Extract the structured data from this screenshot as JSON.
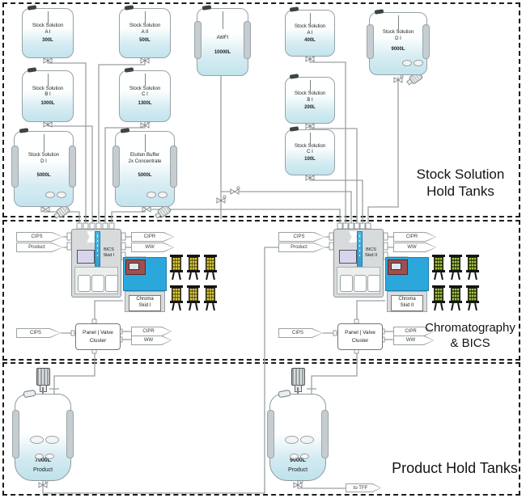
{
  "sections": {
    "stock_label": "Stock Solution\nHold Tanks",
    "chroma_label": "Chromatography\n& BICS",
    "product_label": "Product Hold Tanks"
  },
  "tanks": [
    {
      "name": "Stock Solution\nA I",
      "volume": "300L"
    },
    {
      "name": "Stock Solution\nA II",
      "volume": "500L"
    },
    {
      "name": "Stock Solution\nB I",
      "volume": "1000L"
    },
    {
      "name": "Stock Solution\nC I",
      "volume": "1300L"
    },
    {
      "name": "Stock Solution\nD I",
      "volume": "5000L"
    },
    {
      "name": "Elution Buffer\n2x Concentrate",
      "volume": "5000L"
    },
    {
      "name": "AWFI",
      "volume": "10000L"
    },
    {
      "name": "Stock Solution\nA I",
      "volume": "400L"
    },
    {
      "name": "Stock Solution\nD I",
      "volume": "9000L"
    },
    {
      "name": "Stock Solution\nB I",
      "volume": "200L"
    },
    {
      "name": "Stock Solution\nC I",
      "volume": "100L"
    }
  ],
  "product_tanks": [
    {
      "volume": "7000L",
      "label": "Product"
    },
    {
      "volume": "9000L",
      "label": "Product"
    }
  ],
  "equipment": {
    "bics1": "BICS\nSkid I",
    "bics2": "BICS\nSkid II",
    "chroma1": "Chroma\nSkid I",
    "chroma2": "Chroma\nSkid II",
    "panel1": "Panel | Valve\nCluster",
    "panel2": "Panel | Valve\nCluster"
  },
  "flows": {
    "cips": "CIPS",
    "product": "Product",
    "cipr": "CIPR",
    "ww": "WW",
    "to_tff": "to TFF"
  },
  "colors": {
    "tank_fill": "#c2e4ed",
    "chroma_skid_blue": "#2ba7dc",
    "resin_yellow": "#d7c63a",
    "resin_green": "#a4c43e",
    "pipe": "#9aa0a3"
  }
}
